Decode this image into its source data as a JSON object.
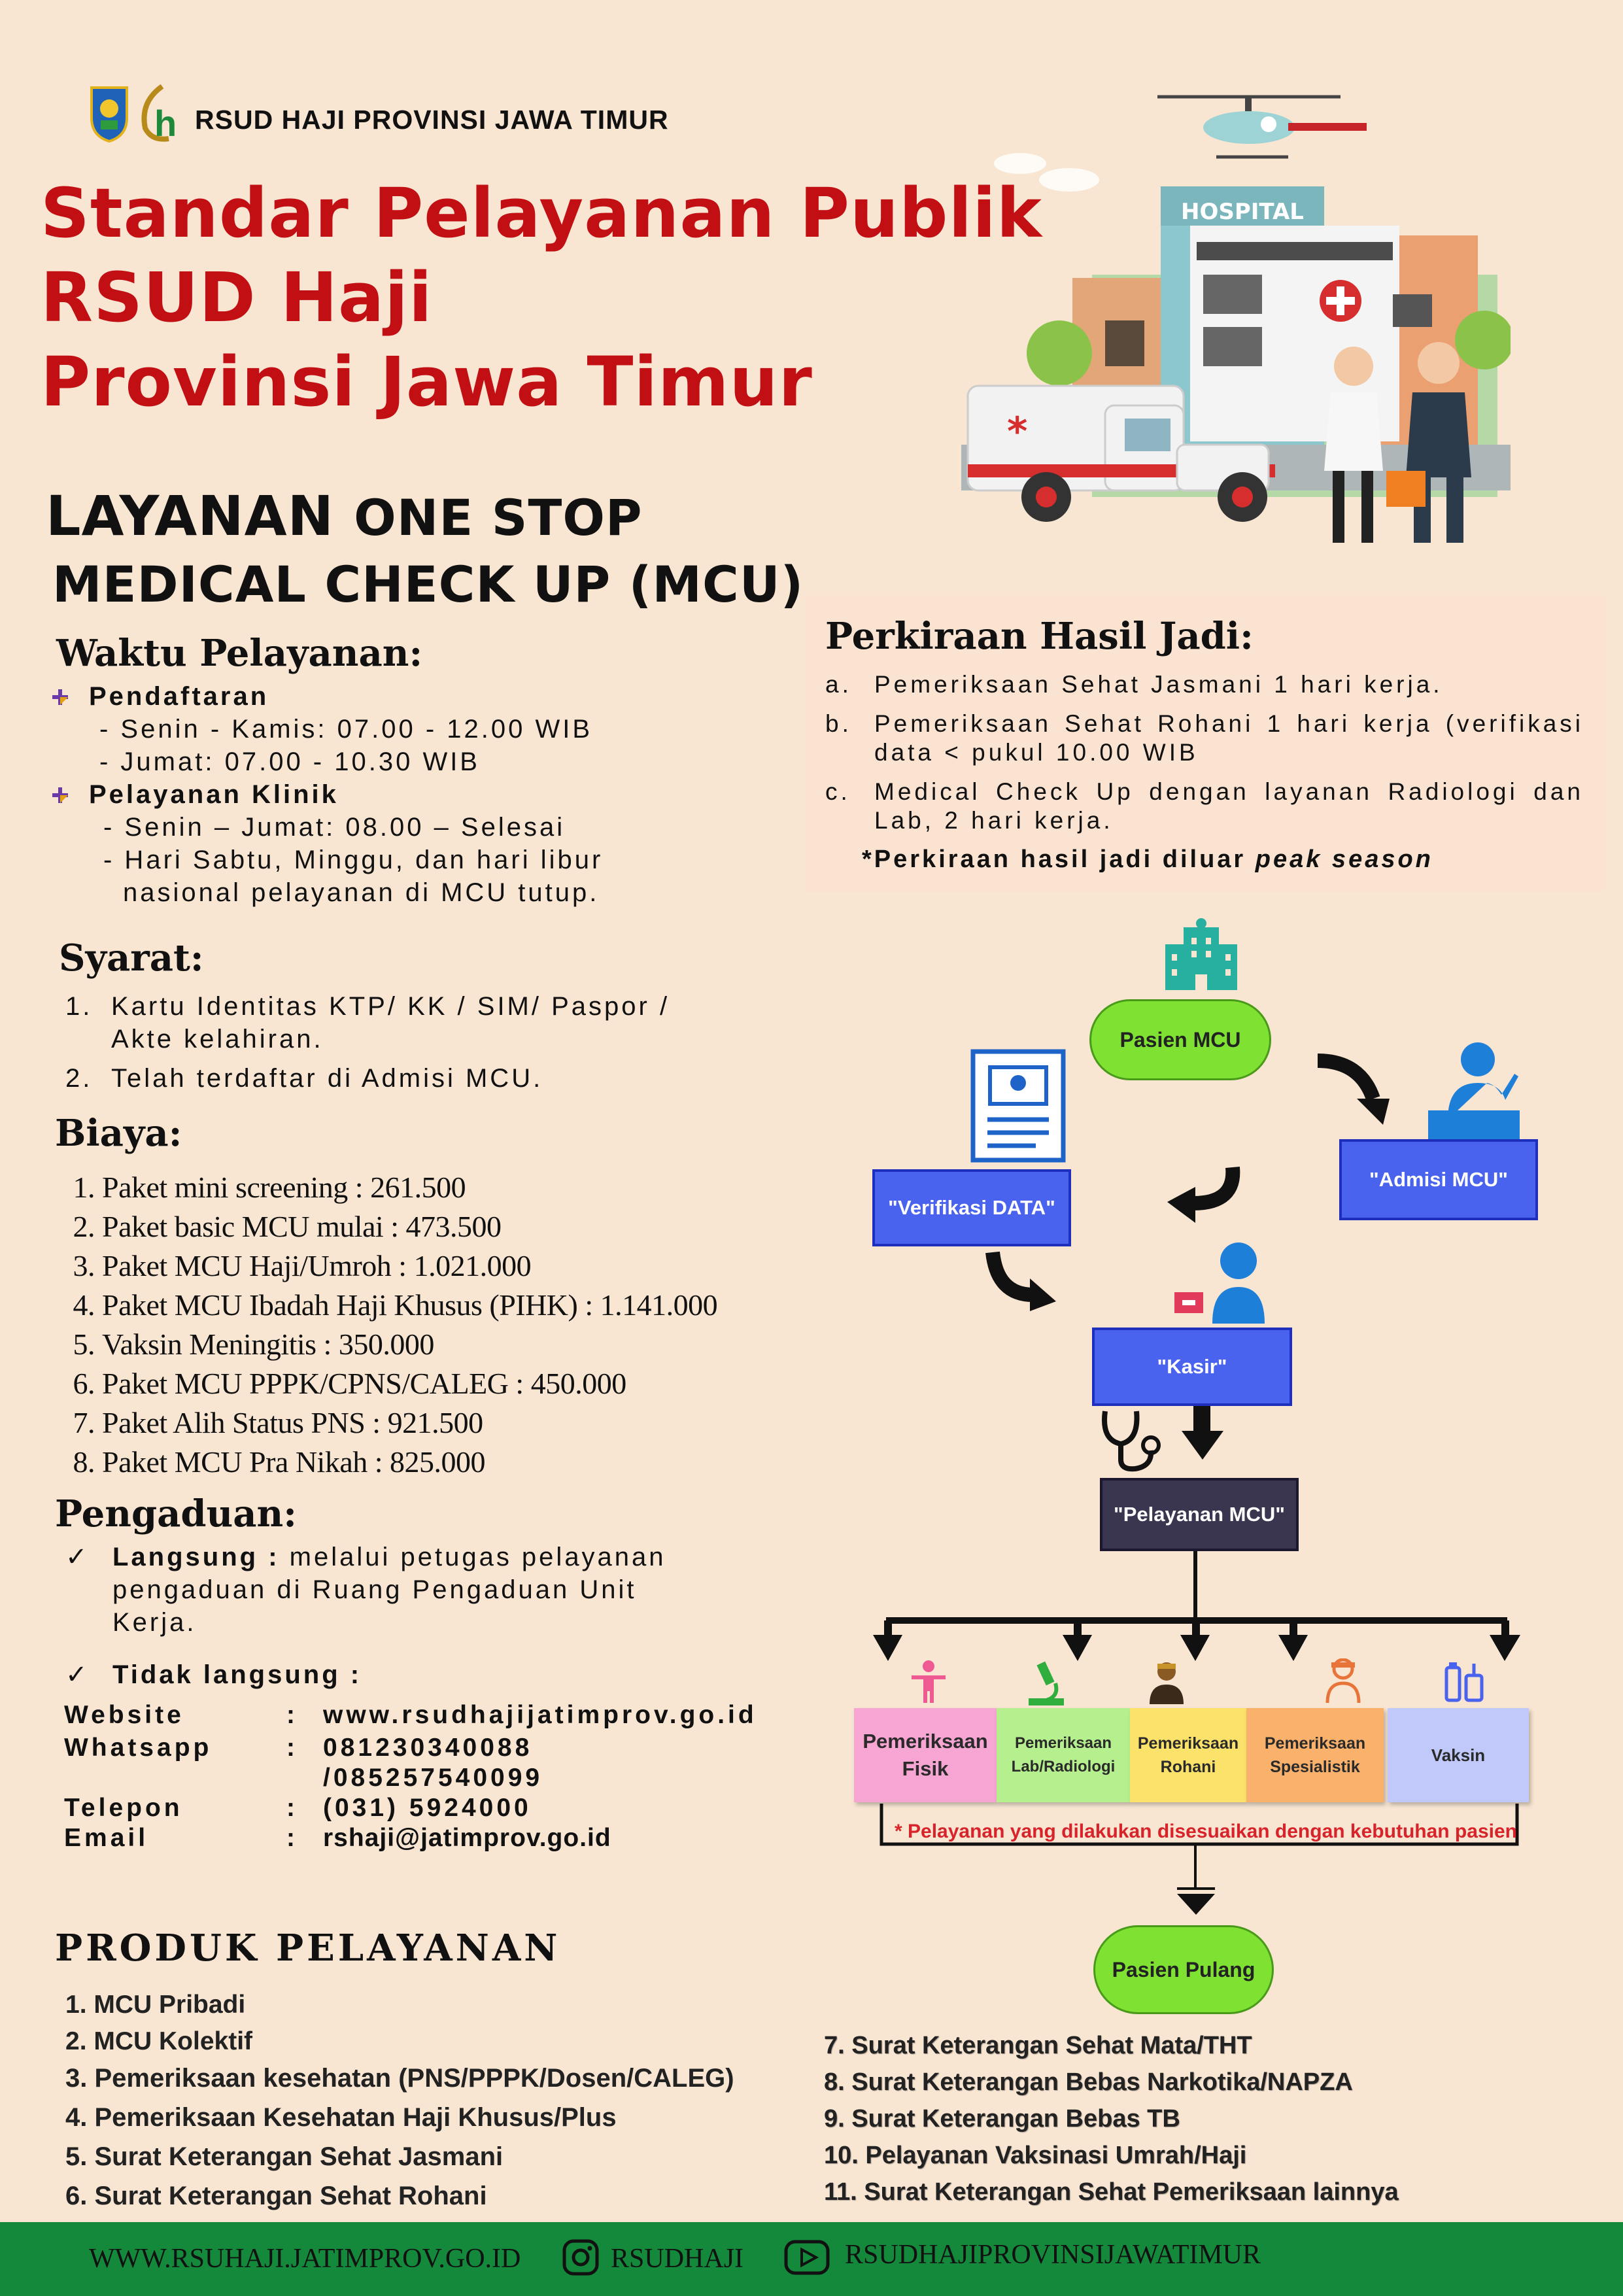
{
  "header": {
    "org_name": "RSUD HAJI PROVINSI JAWA TIMUR",
    "title_lines": [
      "Standar Pelayanan Publik",
      "RSUD Haji",
      "Provinsi Jawa Timur"
    ],
    "hospital_sign": "HOSPITAL"
  },
  "service": {
    "title_line1_a": "LAYANAN ",
    "title_line1_b": "ONE STOP",
    "title_line2": "MEDICAL CHECK UP (MCU)"
  },
  "waktu": {
    "heading": "Waktu Pelayanan:",
    "pendaftaran_label": "Pendaftaran",
    "pendaftaran_lines": [
      "- Senin - Kamis: 07.00 - 12.00 WIB",
      "- Jumat: 07.00 - 10.30 WIB"
    ],
    "klinik_label": "Pelayanan Klinik",
    "klinik_line1": "- Senin – Jumat: 08.00 – Selesai",
    "klinik_line2": "- Hari Sabtu, Minggu, dan hari libur",
    "klinik_line3": "nasional pelayanan di MCU tutup."
  },
  "syarat": {
    "heading": "Syarat:",
    "items": [
      {
        "num": "1.",
        "line1": "Kartu Identitas KTP/ KK / SIM/ Paspor /",
        "line2": "Akte kelahiran."
      },
      {
        "num": "2.",
        "line1": "Telah terdaftar di Admisi MCU.",
        "line2": ""
      }
    ]
  },
  "biaya": {
    "heading": "Biaya:",
    "items": [
      "Paket mini screening : 261.500",
      "Paket basic MCU mulai : 473.500",
      "Paket MCU Haji/Umroh : 1.021.000",
      "Paket MCU Ibadah Haji Khusus (PIHK) : 1.141.000",
      "Vaksin Meningitis : 350.000",
      "Paket MCU PPPK/CPNS/CALEG : 450.000",
      "Paket Alih Status PNS : 921.500",
      "Paket MCU Pra Nikah : 825.000"
    ]
  },
  "pengaduan": {
    "heading": "Pengaduan:",
    "check": "✓",
    "langsung_label": "Langsung :",
    "langsung_line1": " melalui petugas pelayanan",
    "langsung_line2": "pengaduan di Ruang Pengaduan Unit",
    "langsung_line3": "Kerja.",
    "tidak_label": "Tidak langsung :",
    "contacts": [
      {
        "label": "Website",
        "sep": ":",
        "value": "www.rsudhajijatimprov.go.id",
        "value2": ""
      },
      {
        "label": "Whatsapp",
        "sep": ":",
        "value": "081230340088",
        "value2": "/085257540099"
      },
      {
        "label": "Telepon",
        "sep": ":",
        "value": "(031) 5924000",
        "value2": ""
      },
      {
        "label": "Email",
        "sep": ":",
        "value": "rshaji@jatimprov.go.id",
        "value2": ""
      }
    ]
  },
  "estimasi": {
    "heading": "Perkiraan Hasil Jadi:",
    "items": [
      {
        "key": "a.",
        "text": "Pemeriksaan Sehat Jasmani 1 hari kerja."
      },
      {
        "key": "b.",
        "text": "Pemeriksaan Sehat Rohani 1 hari kerja (verifikasi data < pukul 10.00 WIB"
      },
      {
        "key": "c.",
        "text": "Medical Check Up dengan layanan Radiologi dan Lab, 2 hari kerja."
      }
    ],
    "note_a": "*Perkiraan hasil jadi diluar ",
    "note_b": "peak season"
  },
  "flow": {
    "pasien_mcu": "Pasien MCU",
    "admisi": "\"Admisi MCU\"",
    "verifikasi": "\"Verifikasi DATA\"",
    "kasir": "\"Kasir\"",
    "pelayanan": "\"Pelayanan MCU\"",
    "services": [
      {
        "line1": "Pemeriksaan",
        "line2": "Fisik",
        "color": "#f7a6d3"
      },
      {
        "line1": "Pemeriksaan",
        "line2": "Lab/Radiologi",
        "color": "#b6f08e"
      },
      {
        "line1": "Pemeriksaan",
        "line2": "Rohani",
        "color": "#fbe26b"
      },
      {
        "line1": "Pemeriksaan",
        "line2": "Spesialistik",
        "color": "#f9b16c"
      },
      {
        "line1": "Vaksin",
        "line2": "",
        "color": "#c1c9fb"
      }
    ],
    "note": "* Pelayanan yang dilakukan disesuaikan dengan kebutuhan pasien",
    "pasien_pulang": "Pasien Pulang"
  },
  "produk": {
    "heading": "PRODUK PELAYANAN",
    "left": [
      "1.  MCU Pribadi",
      "2.  MCU Kolektif",
      "3. Pemeriksaan kesehatan (PNS/PPPK/Dosen/CALEG)",
      "4. Pemeriksaan Kesehatan Haji Khusus/Plus",
      "5. Surat Keterangan Sehat Jasmani",
      "6. Surat Keterangan Sehat Rohani"
    ],
    "right": [
      "7. Surat Keterangan Sehat Mata/THT",
      "8. Surat Keterangan Bebas Narkotika/NAPZA",
      "9. Surat Keterangan Bebas TB",
      "10. Pelayanan Vaksinasi Umrah/Haji",
      "11. Surat Keterangan Sehat Pemeriksaan lainnya"
    ]
  },
  "footer": {
    "website": "WWW.RSUHAJI.JATIMPROV.GO.ID",
    "instagram": "RSUDHAJI",
    "youtube": "RSUDHAJIPROVINSIJAWATIMUR"
  },
  "colors": {
    "background": "#f8e6d3",
    "title_red": "#c20f14",
    "node_blue": "#4a63ee",
    "node_green": "#7fe233",
    "footer_green": "#14893b"
  }
}
